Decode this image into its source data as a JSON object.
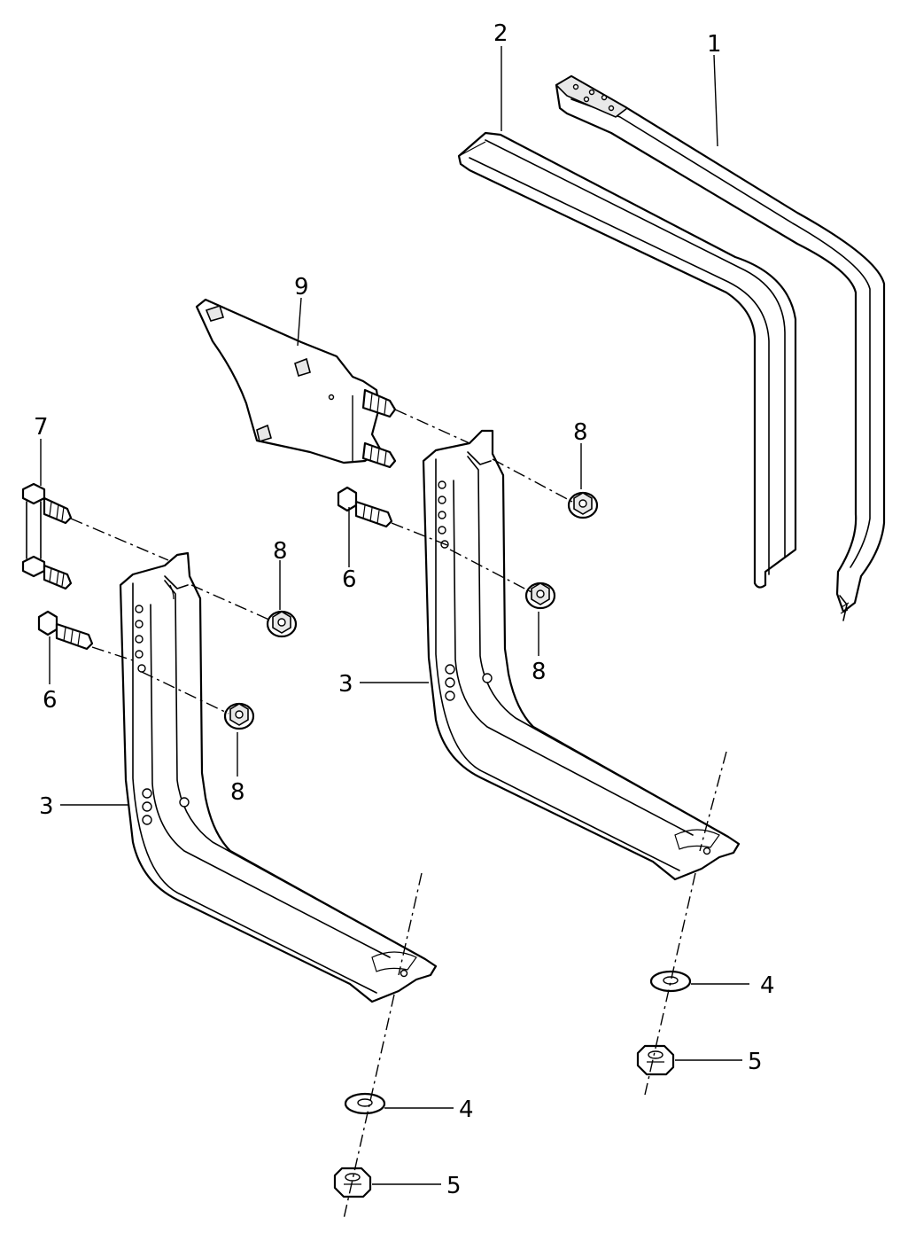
{
  "callouts": {
    "c1": "1",
    "c2": "2",
    "c3a": "3",
    "c3b": "3",
    "c4a": "4",
    "c4b": "4",
    "c5a": "5",
    "c5b": "5",
    "c6a": "6",
    "c6b": "6",
    "c7": "7",
    "c8a": "8",
    "c8b": "8",
    "c8c": "8",
    "c8d": "8",
    "c9": "9"
  }
}
